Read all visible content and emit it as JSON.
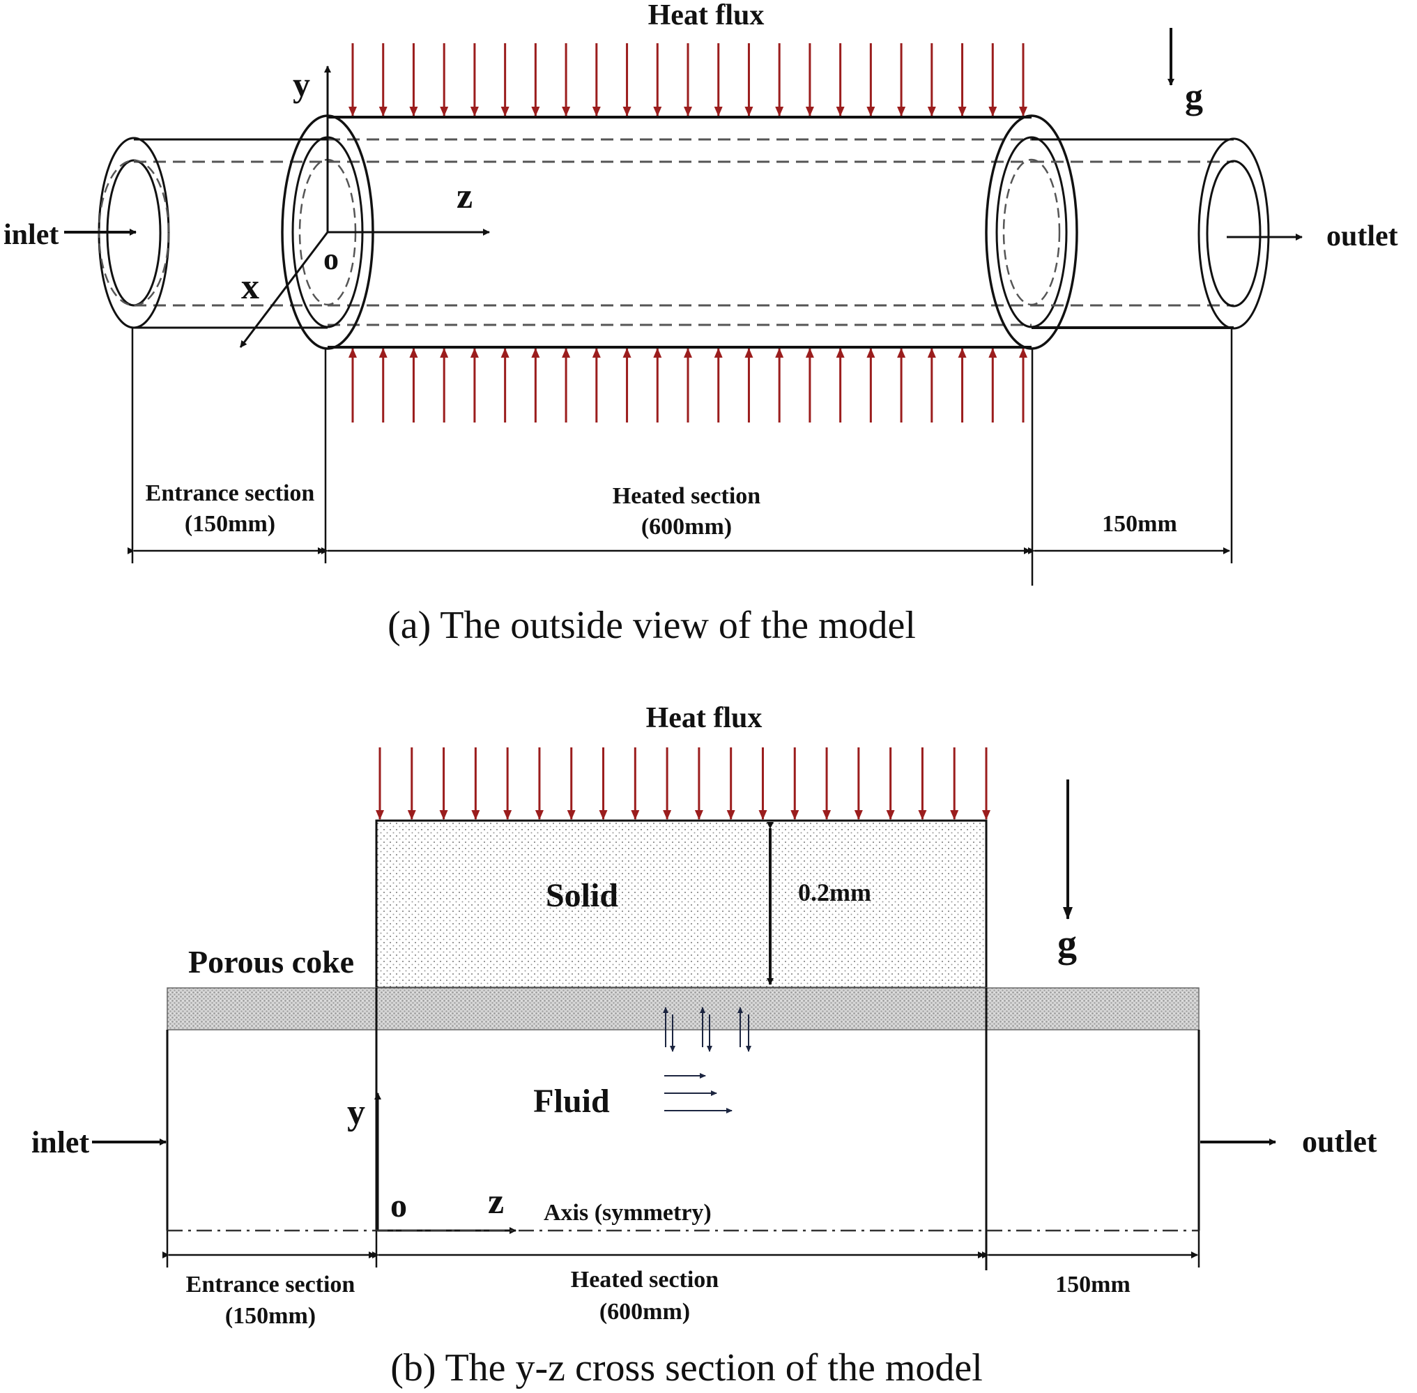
{
  "panel_a": {
    "heat_flux": "Heat flux",
    "gravity": "g",
    "axis_y": "y",
    "axis_z": "z",
    "axis_x": "x",
    "origin": "o",
    "inlet": "inlet",
    "outlet": "outlet",
    "entrance_section": "Entrance section",
    "entrance_length": "(150mm)",
    "heated_section": "Heated section",
    "heated_length": "(600mm)",
    "outlet_length": "150mm",
    "caption": "(a) The outside view of the model"
  },
  "panel_b": {
    "heat_flux": "Heat flux",
    "solid": "Solid",
    "thickness": "0.2mm",
    "gravity": "g",
    "porous_coke": "Porous coke",
    "fluid": "Fluid",
    "inlet": "inlet",
    "outlet": "outlet",
    "axis_y": "y",
    "origin": "o",
    "axis_z": "z",
    "axis_symmetry": "Axis (symmetry)",
    "entrance_section": "Entrance section",
    "entrance_length": "(150mm)",
    "heated_section": "Heated section",
    "heated_length": "(600mm)",
    "outlet_length": "150mm",
    "caption": "(b) The y-z cross section of the model"
  },
  "colors": {
    "flux_arrow": "#9b1d1d",
    "line": "#111111",
    "dash": "#555555",
    "coke_fill": "#cfcfcf",
    "small_arrow": "#1c2540"
  }
}
